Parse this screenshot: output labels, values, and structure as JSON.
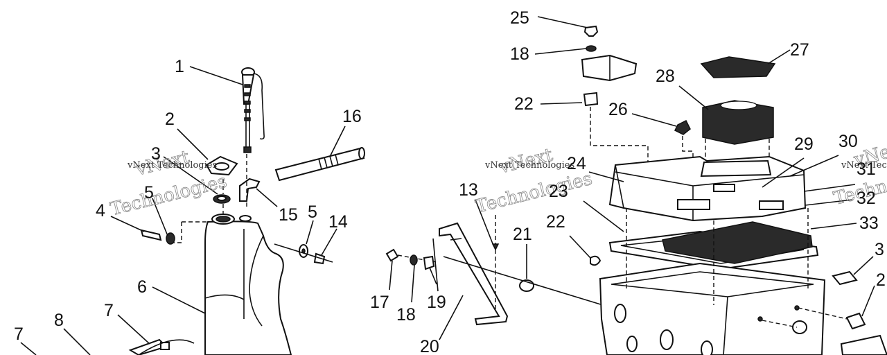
{
  "callouts": [
    {
      "id": "c1",
      "text": "1"
    },
    {
      "id": "c2",
      "text": "2"
    },
    {
      "id": "c3",
      "text": "3"
    },
    {
      "id": "c4",
      "text": "4"
    },
    {
      "id": "c5a",
      "text": "5"
    },
    {
      "id": "c5b",
      "text": "5"
    },
    {
      "id": "c6",
      "text": "6"
    },
    {
      "id": "c7a",
      "text": "7"
    },
    {
      "id": "c7b",
      "text": "7"
    },
    {
      "id": "c8",
      "text": "8"
    },
    {
      "id": "c13",
      "text": "13"
    },
    {
      "id": "c14",
      "text": "14"
    },
    {
      "id": "c15",
      "text": "15"
    },
    {
      "id": "c16",
      "text": "16"
    },
    {
      "id": "c17",
      "text": "17"
    },
    {
      "id": "c18a",
      "text": "18"
    },
    {
      "id": "c18b",
      "text": "18"
    },
    {
      "id": "c19",
      "text": "19"
    },
    {
      "id": "c20",
      "text": "20"
    },
    {
      "id": "c21",
      "text": "21"
    },
    {
      "id": "c22a",
      "text": "22"
    },
    {
      "id": "c22b",
      "text": "22"
    },
    {
      "id": "c23",
      "text": "23"
    },
    {
      "id": "c24",
      "text": "24"
    },
    {
      "id": "c25",
      "text": "25"
    },
    {
      "id": "c26",
      "text": "26"
    },
    {
      "id": "c27",
      "text": "27"
    },
    {
      "id": "c28",
      "text": "28"
    },
    {
      "id": "c29",
      "text": "29"
    },
    {
      "id": "c30",
      "text": "30"
    },
    {
      "id": "c31",
      "text": "31"
    },
    {
      "id": "c32",
      "text": "32"
    },
    {
      "id": "c33",
      "text": "33"
    },
    {
      "id": "c3r",
      "text": "3"
    },
    {
      "id": "c2r",
      "text": "2"
    }
  ],
  "watermark": {
    "line1": "vNext Technologies",
    "outline_word1": "vNext",
    "outline_word2": "Technologies"
  }
}
